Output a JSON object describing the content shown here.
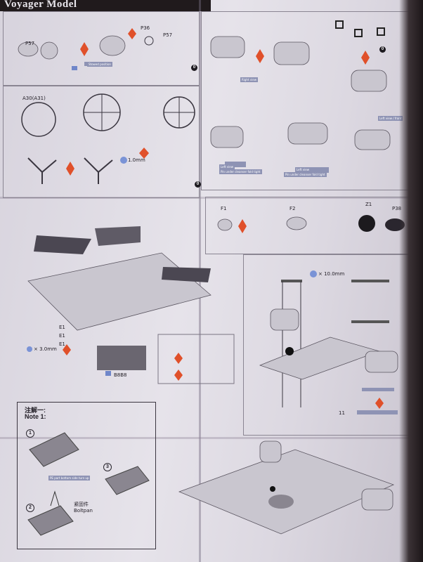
{
  "header": {
    "title": "Voyager Model"
  },
  "labels": {
    "p1": "P57",
    "p1b": "P57",
    "p2": "P36",
    "a": "A30(A31)",
    "p3": "1.0mm",
    "p4": "× 3.0mm",
    "p5": "× 10.0mm",
    "e1": "E1",
    "e2": "E1",
    "e3": "E1",
    "f1": "F1",
    "f2": "F2",
    "f3": "P38",
    "z1": "Z1",
    "part_code": "B8B8",
    "step_0": "0",
    "step_num": "11"
  },
  "captions": {
    "c1": "Stowed position",
    "c2": "Left view / front",
    "c3": "Left view",
    "c4": "Pin under cleanser fold tight",
    "c5": "Left view",
    "c6": "Pin under cleanser fold tight",
    "c7": "Right view"
  },
  "note": {
    "heading": "注解一:",
    "title": "Note 1:",
    "steps": [
      "1",
      "2",
      "3"
    ],
    "step1_caption": "PE part bottom side turn up",
    "step2_caption": "Boltpan",
    "step2_cn": "紧固件"
  },
  "colors": {
    "accent": "#e0502a",
    "caption_bg": "#8e93b4",
    "part_blue": "#6f86c9"
  }
}
